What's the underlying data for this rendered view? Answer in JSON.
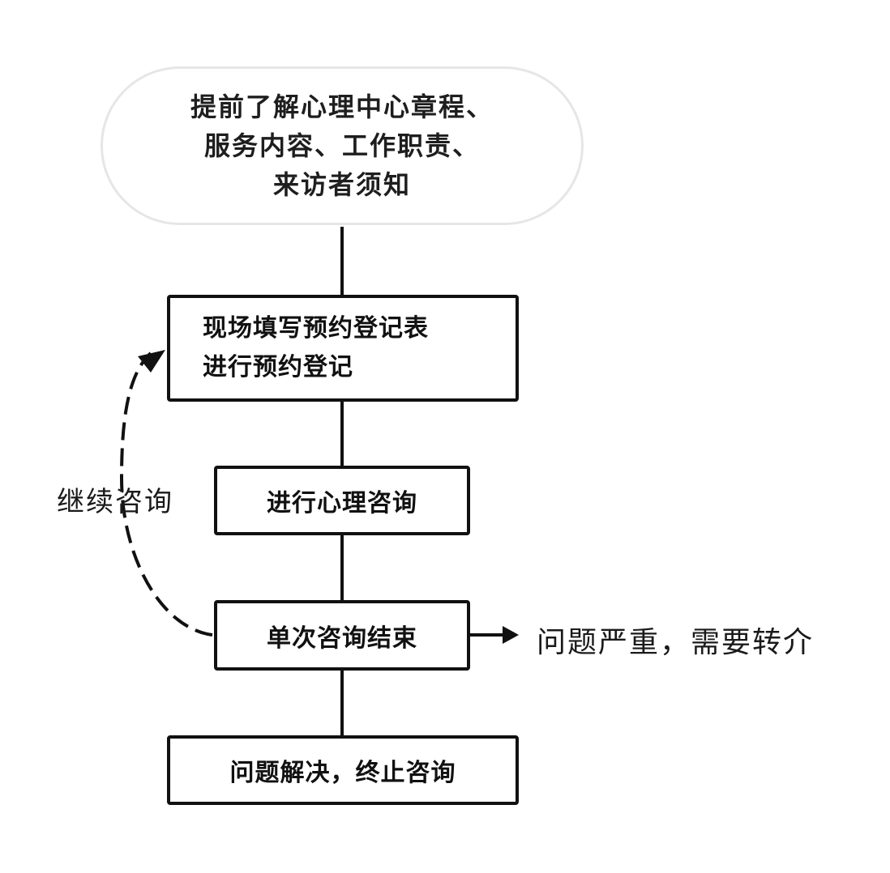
{
  "start_node": {
    "lines": [
      "提前了解心理中心章程、",
      "服务内容、工作职责、",
      "来访者须知"
    ]
  },
  "register_box": {
    "lines": [
      "现场填写预约登记表",
      "进行预约登记"
    ]
  },
  "consult_box": {
    "label": "进行心理咨询"
  },
  "session_end_box": {
    "label": "单次咨询结束"
  },
  "terminate_box": {
    "label": "问题解决，终止咨询"
  },
  "loop_label": "继续咨询",
  "referral_label": "问题严重，需要转介",
  "colors": {
    "stroke": "#111111",
    "start_node_border": "#e6e6e6",
    "background": "#ffffff"
  }
}
